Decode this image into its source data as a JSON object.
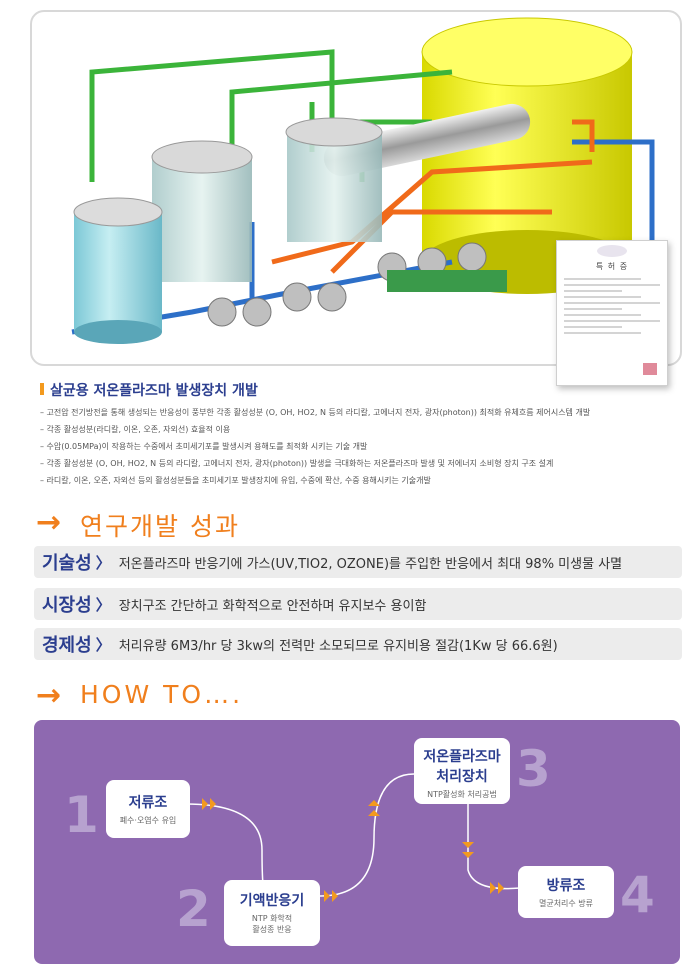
{
  "certificate": {
    "title": "특 허 증"
  },
  "section": {
    "title": "살균용 저온플라즈마 발생장치 개발",
    "bullets": [
      "고전압 전기방전을 통해 생성되는 반응성이 풍부한 각종 활성성분 (O, OH, HO2, N 등의 라디칼, 고에너지 전자, 광자(photon)) 최적화 유체흐름 제어시스템 개발",
      "각종 활성성분(라디칼, 이온, 오존, 자외선) 효율적 이용",
      "수압(0.05MPa)이 작용하는 수중에서 초미세기포를 발생시켜 용해도를 최적화 시키는 기술 개발",
      "각종 활성성분 (O, OH, HO2, N 등의 라디칼, 고에너지 전자, 광자(photon)) 발생을 극대화하는 저온플라즈마 발생 및 저에너지 소비형 장치 구조 설계",
      "라디칼, 이온, 오존, 자외선 등의 활성성분들을 초미세기포 발생장치에 유입, 수중에 확산, 수중 용해시키는 기술개발"
    ]
  },
  "results": {
    "arrow": "→",
    "heading": "연구개발 성과",
    "rows": [
      {
        "label": "기술성",
        "chevron": "〉",
        "text": "저온플라즈마 반응기에 가스(UV,TIO2, OZONE)를 주입한 반응에서 최대 98% 미생물 사멸"
      },
      {
        "label": "시장성",
        "chevron": "〉",
        "text": "장치구조 간단하고 화학적으로 안전하며 유지보수 용이함"
      },
      {
        "label": "경제성",
        "chevron": "〉",
        "text": "처리유량 6M3/hr 당 3kw의 전력만 소모되므로 유지비용 절감(1Kw 당 66.6원)"
      }
    ]
  },
  "howto": {
    "arrow": "→",
    "heading": "HOW TO….",
    "steps": [
      {
        "num": "1",
        "title": "저류조",
        "sub": "폐수·오염수 유입"
      },
      {
        "num": "2",
        "title": "기액반응기",
        "sub1": "NTP 화학적",
        "sub2": "활성종 반응"
      },
      {
        "num": "3",
        "title1": "저온플라즈마",
        "title2": "처리장치",
        "sub": "NTP활성화 처리공법"
      },
      {
        "num": "4",
        "title": "방류조",
        "sub": "멸균처리수 방류"
      }
    ]
  },
  "colors": {
    "navy": "#2b3e8f",
    "orange": "#f07f1d",
    "panel": "#8e69b0"
  }
}
